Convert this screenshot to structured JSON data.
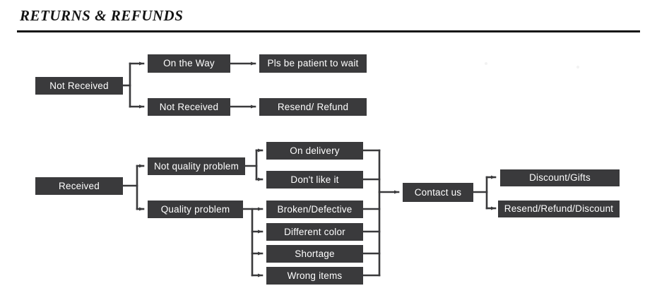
{
  "header": {
    "title": "RETURNS & REFUNDS"
  },
  "diagram": {
    "type": "flowchart",
    "node_fill_color": "#3a3a3c",
    "node_text_color": "#ffffff",
    "connector_color": "#3a3a3c",
    "branches": [
      {
        "id": "not-received",
        "root": "Not Received",
        "children": [
          {
            "label": "On the Way",
            "result": "Pls be patient to wait"
          },
          {
            "label": "Not Received",
            "result": "Resend/ Refund"
          }
        ]
      },
      {
        "id": "received",
        "root": "Received",
        "children": [
          {
            "label": "Not quality problem",
            "reasons": [
              "On delivery",
              "Don't like it"
            ]
          },
          {
            "label": "Quality problem",
            "reasons": [
              "Broken/Defective",
              "Different color",
              "Shortage",
              "Wrong items"
            ]
          }
        ],
        "converge": "Contact us",
        "outcomes": [
          "Discount/Gifts",
          "Resend/Refund/Discount"
        ]
      }
    ],
    "nodes": {
      "not_received_root": "Not Received",
      "on_the_way": "On the Way",
      "not_received_child": "Not Received",
      "pls_be_patient": "Pls be patient to wait",
      "resend_refund": "Resend/ Refund",
      "received_root": "Received",
      "not_quality_problem": "Not quality problem",
      "quality_problem": "Quality problem",
      "on_delivery": "On delivery",
      "dont_like_it": "Don't like it",
      "broken_defective": "Broken/Defective",
      "different_color": "Different color",
      "shortage": "Shortage",
      "wrong_items": "Wrong items",
      "contact_us": "Contact us",
      "discount_gifts": "Discount/Gifts",
      "resend_refund_discount": "Resend/Refund/Discount"
    }
  }
}
